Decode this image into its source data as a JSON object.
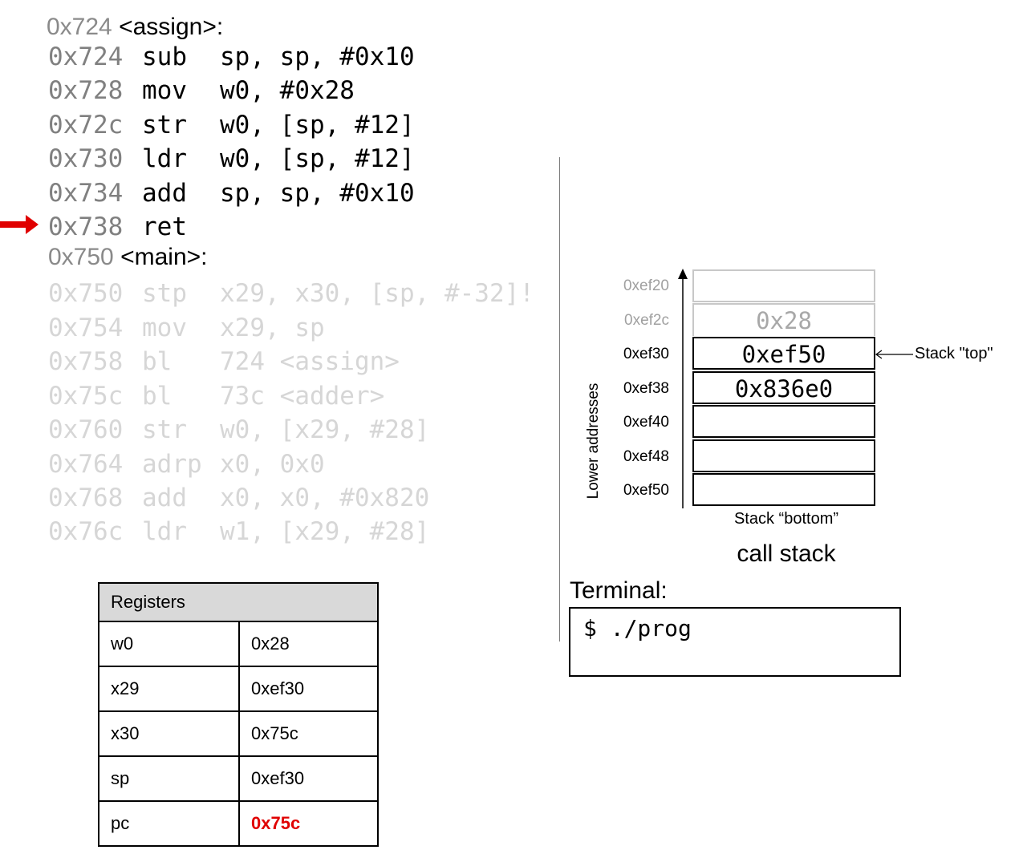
{
  "code": {
    "assign_header": {
      "addr": "0x724",
      "name": "<assign>:"
    },
    "assign_lines": [
      {
        "addr": "0x724",
        "op": "sub",
        "args": "sp, sp, #0x10"
      },
      {
        "addr": "0x728",
        "op": "mov",
        "args": "w0, #0x28"
      },
      {
        "addr": "0x72c",
        "op": "str",
        "args": "w0, [sp, #12]"
      },
      {
        "addr": "0x730",
        "op": "ldr",
        "args": "w0, [sp, #12]"
      },
      {
        "addr": "0x734",
        "op": "add",
        "args": "sp, sp, #0x10"
      },
      {
        "addr": "0x738",
        "op": "ret",
        "args": ""
      }
    ],
    "main_header": {
      "addr": "0x750",
      "name": "<main>:"
    },
    "main_lines": [
      {
        "addr": "0x750",
        "op": "stp",
        "args": "x29, x30, [sp, #-32]!"
      },
      {
        "addr": "0x754",
        "op": "mov",
        "args": "x29, sp"
      },
      {
        "addr": "0x758",
        "op": "bl",
        "args": "724 <assign>"
      },
      {
        "addr": "0x75c",
        "op": "bl",
        "args": "73c <adder>"
      },
      {
        "addr": "0x760",
        "op": "str",
        "args": "w0, [x29, #28]"
      },
      {
        "addr": "0x764",
        "op": "adrp",
        "args": "x0, 0x0"
      },
      {
        "addr": "0x768",
        "op": "add",
        "args": "x0, x0, #0x820"
      },
      {
        "addr": "0x76c",
        "op": "ldr",
        "args": "w1, [x29, #28]"
      }
    ],
    "current_instruction": "0x738"
  },
  "registers": {
    "title": "Registers",
    "rows": [
      {
        "name": "w0",
        "value": "0x28"
      },
      {
        "name": "x29",
        "value": "0xef30"
      },
      {
        "name": "x30",
        "value": "0x75c"
      },
      {
        "name": "sp",
        "value": "0xef30"
      },
      {
        "name": "pc",
        "value": "0x75c"
      }
    ],
    "highlight_color": "#e00000"
  },
  "stack": {
    "rows": [
      {
        "addr": "0xef20",
        "value": ""
      },
      {
        "addr": "0xef2c",
        "value": "0x28"
      },
      {
        "addr": "0xef30",
        "value": "0xef50"
      },
      {
        "addr": "0xef38",
        "value": "0x836e0"
      },
      {
        "addr": "0xef40",
        "value": ""
      },
      {
        "addr": "0xef48",
        "value": ""
      },
      {
        "addr": "0xef50",
        "value": ""
      }
    ],
    "axis_label": "Lower addresses",
    "top_label": "Stack \"top\"",
    "bottom_label": "Stack “bottom”",
    "title": "call stack"
  },
  "terminal": {
    "title": "Terminal:",
    "text": "$ ./prog"
  }
}
